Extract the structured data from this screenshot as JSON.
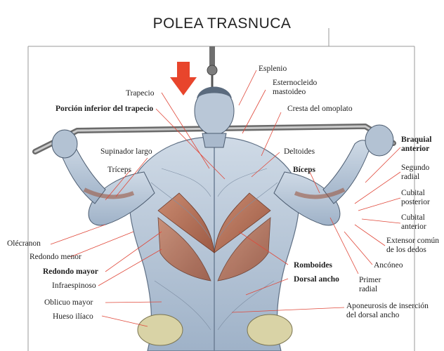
{
  "title": "POLEA TRASNUCA",
  "labels": {
    "esplenio": "Esplenio",
    "esternocleido": "Esternocleido",
    "mastoideo": "mastoideo",
    "trapecio": "Trapecio",
    "porcion_inferior": "Porción inferior del trapecio",
    "cresta": "Cresta del omoplato",
    "supinador": "Supinador largo",
    "deltoides": "Deltoides",
    "triceps": "Tríceps",
    "biceps": "Bíceps",
    "braquial_1": "Braquial",
    "braquial_2": "anterior",
    "segundo_1": "Segundo",
    "segundo_2": "radial",
    "cubital_post_1": "Cubital",
    "cubital_post_2": "posterior",
    "cubital_ant_1": "Cubital",
    "cubital_ant_2": "anterior",
    "extensor_1": "Extensor común",
    "extensor_2": "de los dedos",
    "olecranon": "Olécranon",
    "redondo_menor": "Redondo menor",
    "redondo_mayor": "Redondo mayor",
    "infraespinoso": "Infraespinoso",
    "oblicuo": "Oblicuo mayor",
    "hueso": "Hueso ilíaco",
    "romboides": "Romboides",
    "dorsal": "Dorsal ancho",
    "anconeo": "Ancóneo",
    "primer_1": "Primer",
    "primer_2": "radial",
    "aponeurosis_1": "Aponeurosis de inserción",
    "aponeurosis_2": "del dorsal ancho"
  },
  "colors": {
    "arrow": "#e8452c",
    "leader": "#e0483a",
    "muscle_blue": "#b7c6d8",
    "muscle_red": "#b9785f",
    "bone": "#d9d3a6",
    "frame": "#888888"
  }
}
